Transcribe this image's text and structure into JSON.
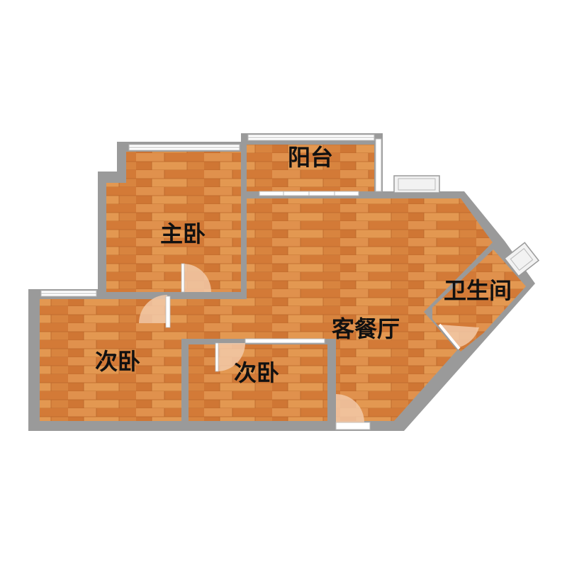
{
  "colors": {
    "wall": "#9a9a9a",
    "floor": "#d9823f",
    "floor_light": "#e69a56",
    "floor_dark": "#c56e2d",
    "window": "#ffffff",
    "window_line": "#b8b8b8",
    "door_leaf": "#f2c9a8",
    "background": "#ffffff"
  },
  "rooms": {
    "master_bedroom": "主卧",
    "balcony": "阳台",
    "living_dining": "客餐厅",
    "bathroom": "卫生间",
    "second_bedroom_left": "次卧",
    "second_bedroom_middle": "次卧"
  }
}
